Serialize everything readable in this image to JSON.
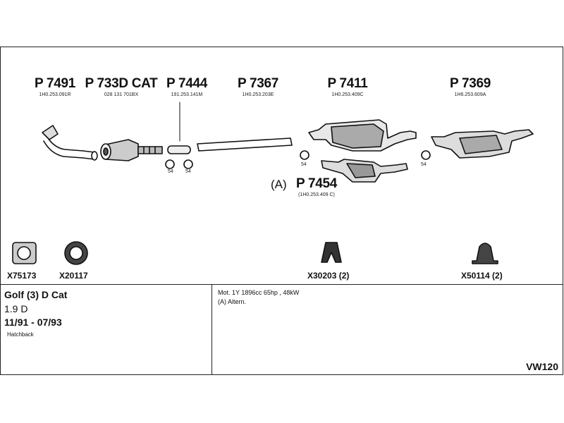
{
  "parts": [
    {
      "number": "P 7491",
      "oe": "1H0.253.091R"
    },
    {
      "number": "P 733D CAT",
      "oe": "028 131 701BX"
    },
    {
      "number": "P 7444",
      "oe": "191.253.141M"
    },
    {
      "number": "P 7367",
      "oe": "1H0.253.203E"
    },
    {
      "number": "P 7411",
      "oe": "1H0.253.409C"
    },
    {
      "number": "P 7369",
      "oe": "1H6.253.609A"
    }
  ],
  "alt_part": {
    "prefix": "(A)",
    "number": "P 7454",
    "oe": "(1H0.253.409 C)"
  },
  "clamp_codes": [
    "54",
    "54",
    "54",
    "54"
  ],
  "accessories": [
    {
      "code": "X75173"
    },
    {
      "code": "X20117"
    },
    {
      "code": "X30203 (2)"
    },
    {
      "code": "X50114 (2)"
    }
  ],
  "vehicle": {
    "model": "Golf (3) D Cat",
    "engine": "1.9 D",
    "years": "11/91 - 07/93",
    "body": "Hatchback"
  },
  "notes": [
    "Mot. 1Y 1896cc 65hp , 48kW",
    "(A) Altern."
  ],
  "diagram_code": "VW120"
}
